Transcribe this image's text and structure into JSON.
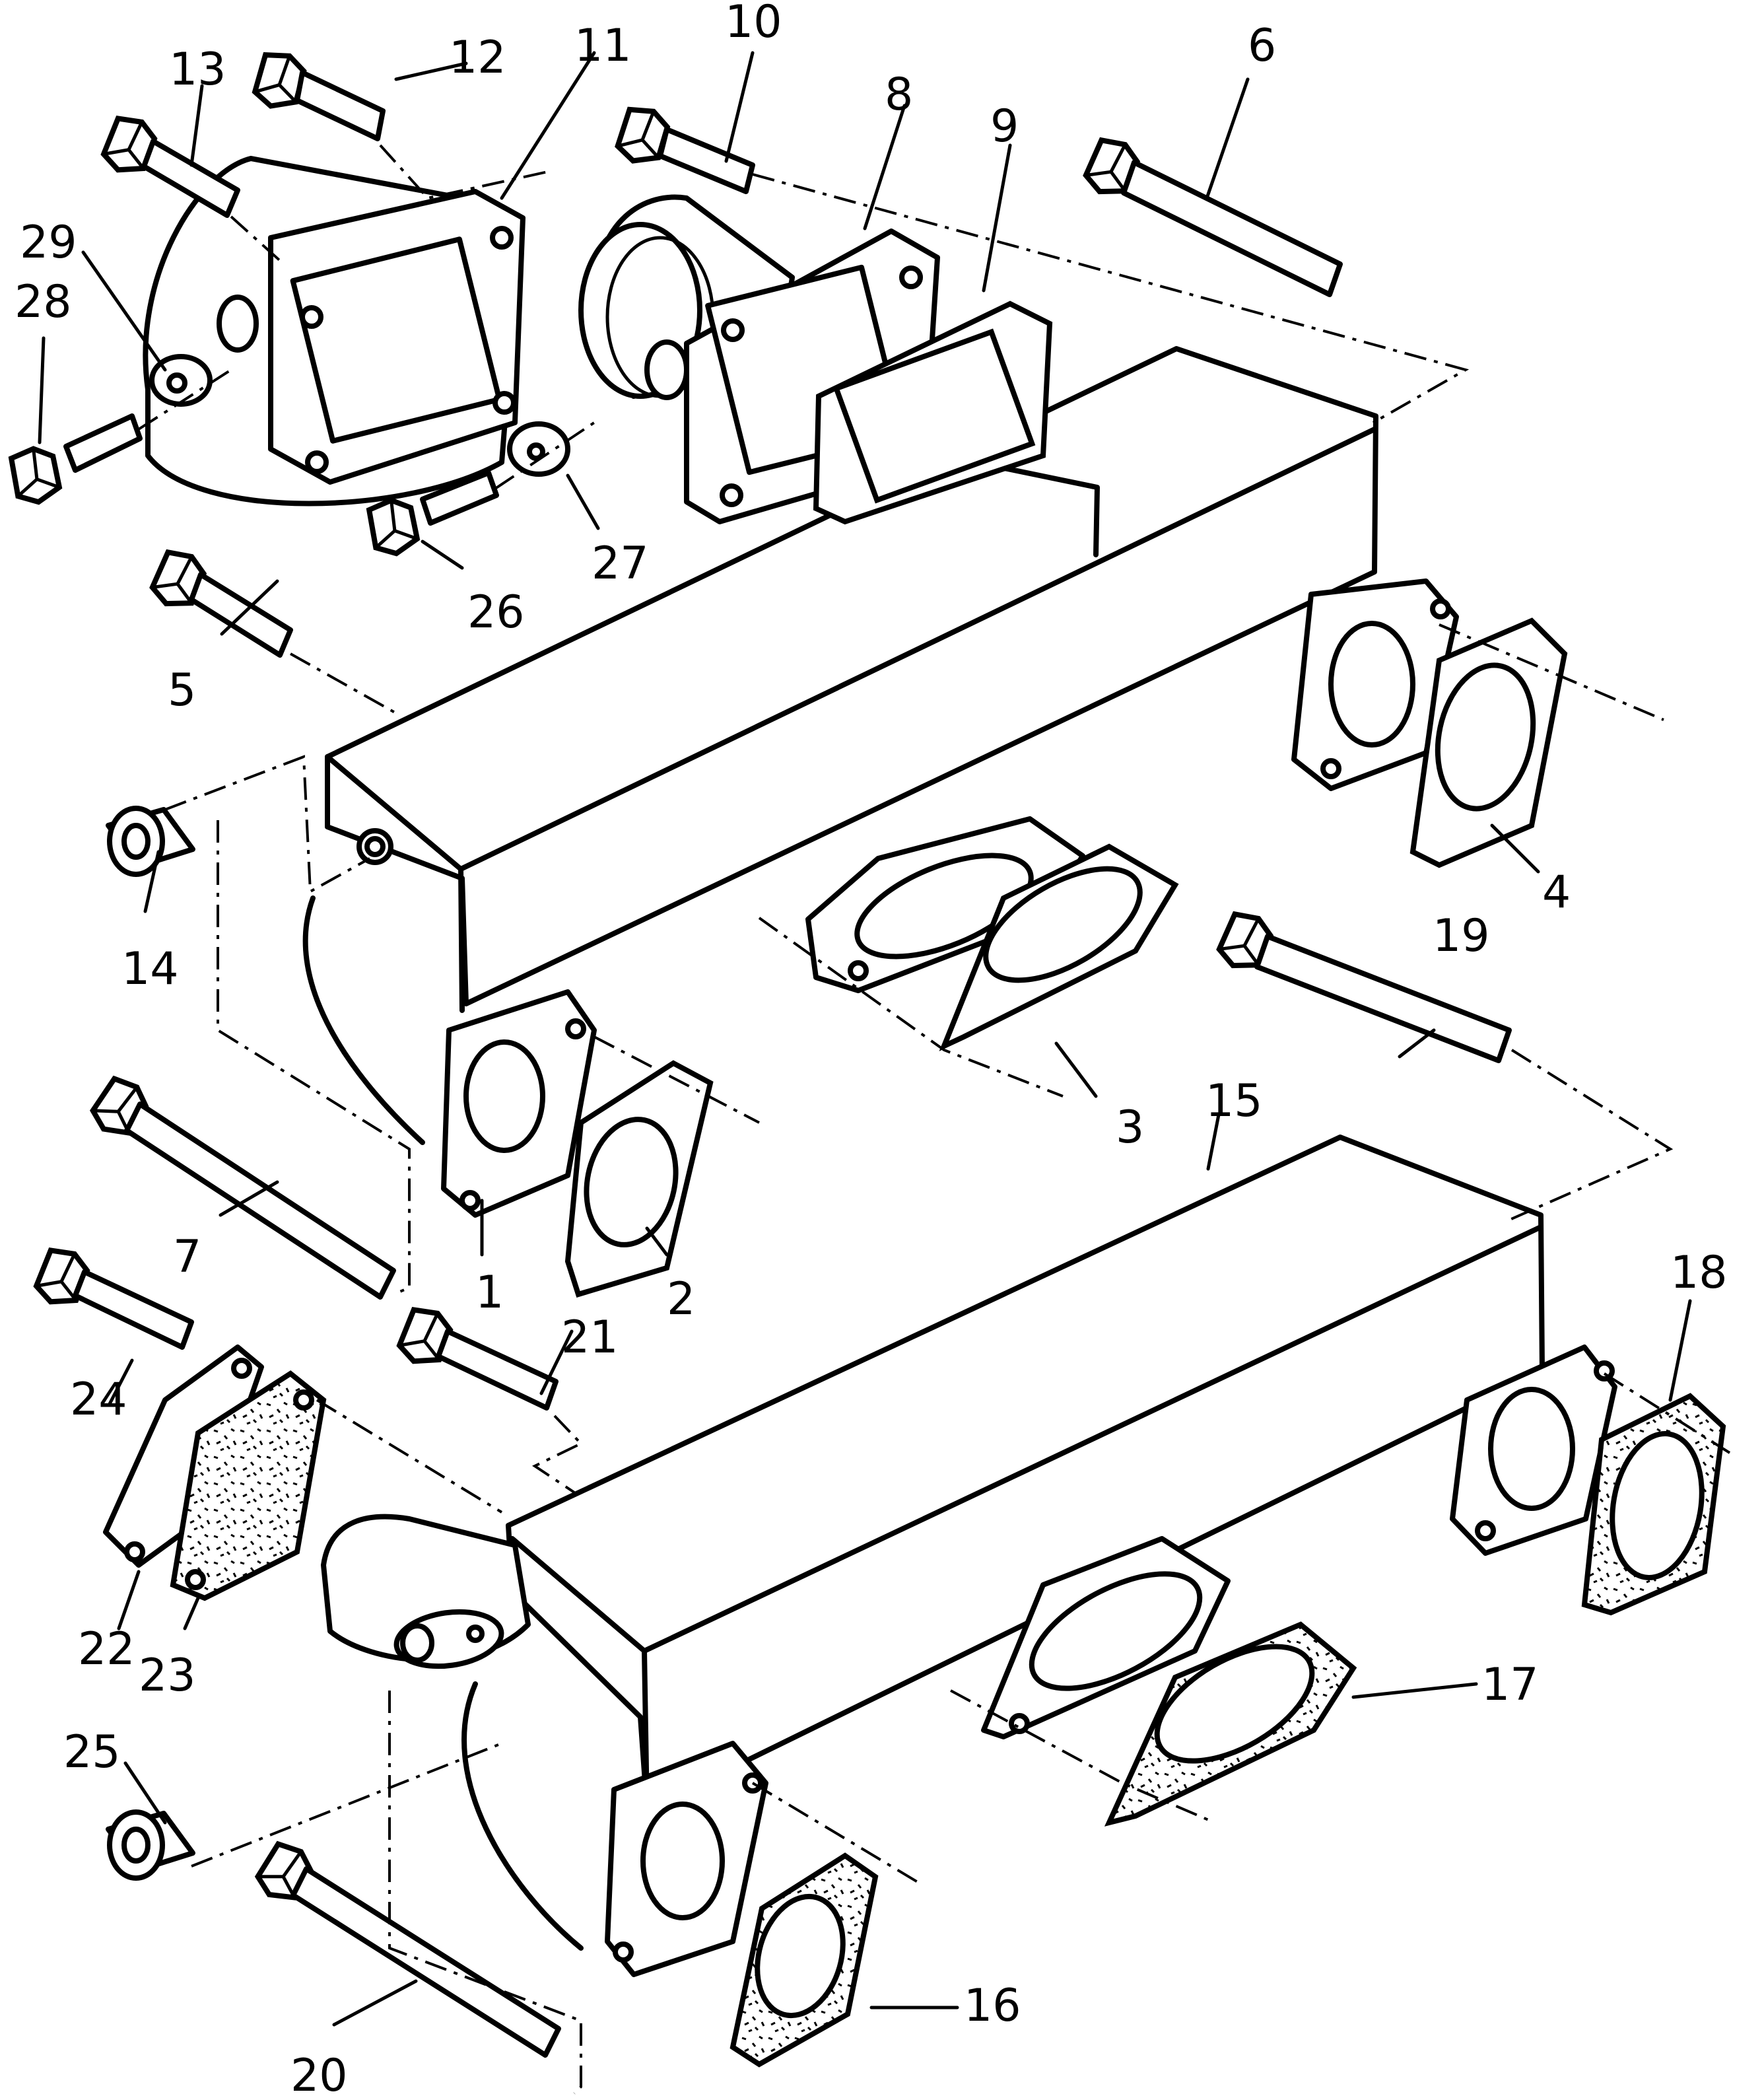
{
  "diagram": {
    "type": "exploded-parts-diagram",
    "callouts": {
      "c1": "1",
      "c2": "2",
      "c3": "3",
      "c4": "4",
      "c5": "5",
      "c6": "6",
      "c7": "7",
      "c8": "8",
      "c9": "9",
      "c10": "10",
      "c11": "11",
      "c12": "12",
      "c13": "13",
      "c14": "14",
      "c15": "15",
      "c16": "16",
      "c17": "17",
      "c18": "18",
      "c19": "19",
      "c20": "20",
      "c21": "21",
      "c22": "22",
      "c23": "23",
      "c24": "24",
      "c25": "25",
      "c26": "26",
      "c27": "27",
      "c28": "28",
      "c29": "29"
    }
  }
}
